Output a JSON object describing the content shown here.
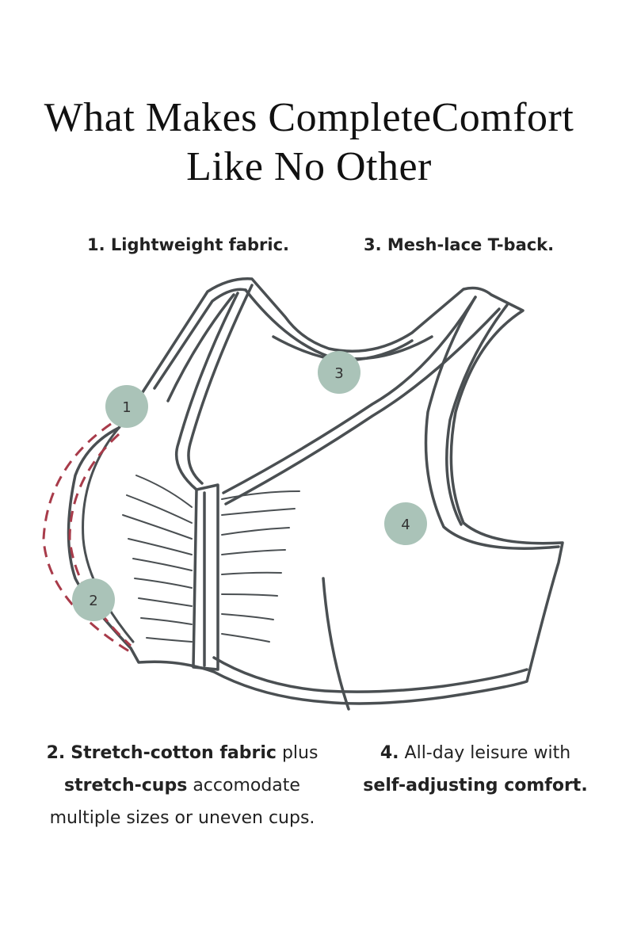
{
  "title": {
    "line1": "What Makes CompleteComfort",
    "line2": "Like No Other"
  },
  "labels": {
    "item1": "1. Lightweight fabric.",
    "item3": "3. Mesh-lace T-back."
  },
  "badges": [
    "1",
    "2",
    "3",
    "4"
  ],
  "desc2": {
    "num": "2.",
    "bold1": "Stretch-cotton fabric",
    "text1": "plus",
    "bold2": "stretch-cups",
    "text2": "accomodate",
    "text3": "multiple sizes or uneven cups."
  },
  "desc4": {
    "num": "4.",
    "text1": "All-day leisure with",
    "bold1": "self-adjusting comfort."
  },
  "colors": {
    "outline": "#4a4f52",
    "badge": "#aac3b8",
    "dashed": "#a83b4a",
    "text": "#222222"
  }
}
